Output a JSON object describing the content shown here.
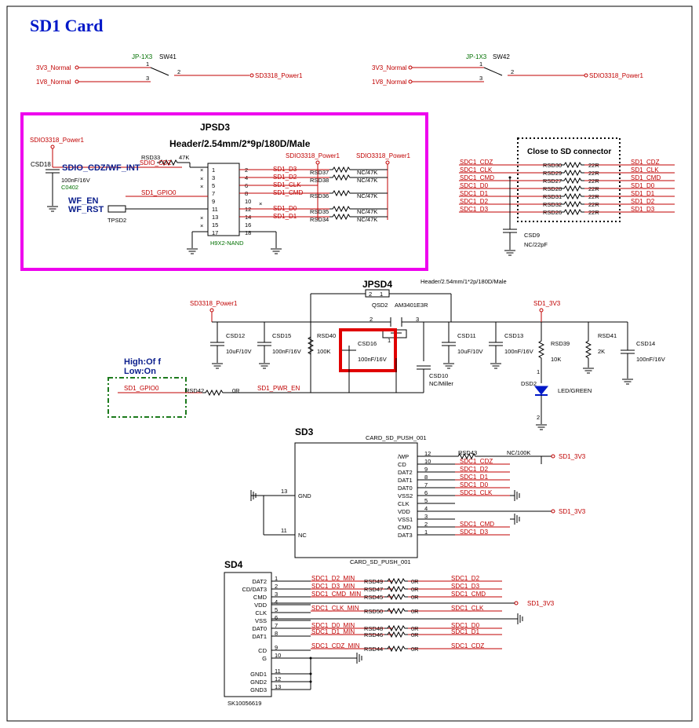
{
  "title": "SD1  Card",
  "switches": {
    "sw41": {
      "part": "JP-1X3",
      "ref": "SW41",
      "in1": "3V3_Normal",
      "in3": "1V8_Normal",
      "out": "SD3318_Power1",
      "pin1": "1",
      "pin2": "2",
      "pin3": "3"
    },
    "sw42": {
      "part": "JP-1X3",
      "ref": "SW42",
      "in1": "3V3_Normal",
      "in3": "1V8_Normal",
      "out": "SDIO3318_Power1",
      "pin1": "1",
      "pin2": "2",
      "pin3": "3"
    }
  },
  "jpsd3": {
    "ref": "JPSD3",
    "desc": "Header/2.54mm/2*9p/180D/Male",
    "footprint": "H9X2-NAND",
    "power_left": "SDIO3318_Power1",
    "power_mid": "SDIO3318_Power1",
    "power_right": "SDIO3318_Power1",
    "cap": {
      "ref": "CSD18",
      "value": "100nF/16V",
      "pkg": "C0402"
    },
    "r33": {
      "ref": "RSD33",
      "value": "47K"
    },
    "sdio_label": "SDIO_CDZ/WF_INT",
    "sdio_net": "SDIO_CDZ",
    "wf_en": "WF_EN",
    "wf_rst": "WF_RST",
    "gpio": "SD1_GPIO0",
    "tp": "TPSD2",
    "left_pins": [
      "1",
      "3",
      "5",
      "7",
      "9",
      "11",
      "13",
      "15",
      "17"
    ],
    "right_pins": [
      "2",
      "4",
      "6",
      "8",
      "10",
      "12",
      "14",
      "16",
      "18"
    ],
    "right_nets": [
      "SD1_D3",
      "SD1_D2",
      "SD1_CLK",
      "SD1_CMD",
      "",
      "SD1_D0",
      "SD1_D1"
    ],
    "resistors": [
      {
        "ref": "RSD37",
        "value": "NC/47K"
      },
      {
        "ref": "RSD38",
        "value": "NC/47K"
      },
      {
        "ref": "RSD36",
        "value": "NC/47K"
      },
      {
        "ref": "RSD35",
        "value": "NC/47K"
      },
      {
        "ref": "RSD34",
        "value": "NC/47K"
      }
    ]
  },
  "series_r": {
    "note": "Close to SD connector",
    "rows": [
      {
        "left": "SDC1_CDZ",
        "ref": "RSD30",
        "value": "22R",
        "right": "SD1_CDZ"
      },
      {
        "left": "SDC1_CLK",
        "ref": "RSD29",
        "value": "22R",
        "right": "SD1_CLK"
      },
      {
        "left": "SDC1_CMD",
        "ref": "RSD27",
        "value": "22R",
        "right": "SD1_CMD"
      },
      {
        "left": "SDC1_D0",
        "ref": "RSD28",
        "value": "22R",
        "right": "SD1_D0"
      },
      {
        "left": "SDC1_D1",
        "ref": "RSD31",
        "value": "22R",
        "right": "SD1_D1"
      },
      {
        "left": "SDC1_D2",
        "ref": "RSD32",
        "value": "22R",
        "right": "SD1_D2"
      },
      {
        "left": "SDC1_D3",
        "ref": "RSD26",
        "value": "22R",
        "right": "SD1_D3"
      }
    ],
    "cap": {
      "ref": "CSD9",
      "value": "NC/22pF"
    }
  },
  "power": {
    "jpsd4": {
      "ref": "JPSD4",
      "desc": "Header/2.54mm/1*2p/180D/Male",
      "pin1": "1",
      "pin2": "2"
    },
    "mos": {
      "ref": "QSD2",
      "part": "AM3401E3R",
      "g": "1",
      "s": "2",
      "d": "3"
    },
    "in_net": "SD3318_Power1",
    "out_net": "SD1_3V3",
    "caps": [
      {
        "ref": "CSD12",
        "value": "10uF/10V"
      },
      {
        "ref": "CSD15",
        "value": "100nF/16V"
      },
      {
        "ref": "CSD16",
        "value": "100nF/16V"
      },
      {
        "ref": "CSD11",
        "value": "10uF/10V"
      },
      {
        "ref": "CSD13",
        "value": "100nF/16V"
      },
      {
        "ref": "CSD14",
        "value": "100nF/16V"
      },
      {
        "ref": "CSD10",
        "value": "NC/Miller"
      }
    ],
    "r40": {
      "ref": "RSD40",
      "value": "100K"
    },
    "r39": {
      "ref": "RSD39",
      "value": "10K"
    },
    "r41": {
      "ref": "RSD41",
      "value": "2K"
    },
    "r42": {
      "ref": "RSD42",
      "value": "0R"
    },
    "led": {
      "ref": "DSD2",
      "value": "LED/GREEN",
      "a": "1",
      "k": "2"
    },
    "gpio": "SD1_GPIO0",
    "en": "SD1_PWR_EN",
    "note_high": "High:Of f",
    "note_low": "Low:On"
  },
  "sd3": {
    "ref": "SD3",
    "part": "CARD_SD_PUSH_001",
    "left": [
      {
        "pin": "13",
        "name": "GND"
      },
      {
        "pin": "11",
        "name": "NC"
      }
    ],
    "right": [
      {
        "name": "/WP",
        "pin": "12",
        "net": ""
      },
      {
        "name": "CD",
        "pin": "10",
        "net": "SDC1_CDZ"
      },
      {
        "name": "DAT2",
        "pin": "9",
        "net": "SDC1_D2"
      },
      {
        "name": "DAT1",
        "pin": "8",
        "net": "SDC1_D1"
      },
      {
        "name": "DAT0",
        "pin": "7",
        "net": "SDC1_D0"
      },
      {
        "name": "VSS2",
        "pin": "6",
        "net": "SDC1_CLK"
      },
      {
        "name": "CLK",
        "pin": "5",
        "net": ""
      },
      {
        "name": "VDD",
        "pin": "4",
        "net": ""
      },
      {
        "name": "VSS1",
        "pin": "3",
        "net": ""
      },
      {
        "name": "CMD",
        "pin": "2",
        "net": "SDC1_CMD"
      },
      {
        "name": "DAT3",
        "pin": "1",
        "net": "SDC1_D3"
      }
    ],
    "r43": {
      "ref": "RSD43",
      "value": "NC/100K"
    },
    "vcc1": "SD1_3V3",
    "vcc2": "SD1_3V3"
  },
  "sd4": {
    "ref": "SD4",
    "part": "SK10056619",
    "pins": [
      {
        "name": "DAT2",
        "pin": "1"
      },
      {
        "name": "CD/DAT3",
        "pin": "2"
      },
      {
        "name": "CMD",
        "pin": "3"
      },
      {
        "name": "VDD",
        "pin": "4"
      },
      {
        "name": "CLK",
        "pin": "5"
      },
      {
        "name": "VSS",
        "pin": "6"
      },
      {
        "name": "DAT0",
        "pin": "7"
      },
      {
        "name": "DAT1",
        "pin": "8"
      },
      {
        "name": "CD",
        "pin": "9"
      },
      {
        "name": "G",
        "pin": "10"
      },
      {
        "name": "GND1",
        "pin": "11"
      },
      {
        "name": "GND2",
        "pin": "12"
      },
      {
        "name": "GND3",
        "pin": "13"
      }
    ],
    "rows": [
      {
        "left": "SDC1_D2_MIN",
        "ref": "RSD49",
        "value": "0R",
        "right": "SDC1_D2"
      },
      {
        "left": "SDC1_D3_MIN",
        "ref": "RSD47",
        "value": "0R",
        "right": "SDC1_D3"
      },
      {
        "left": "SDC1_CMD_MIN",
        "ref": "RSD45",
        "value": "0R",
        "right": "SDC1_CMD"
      },
      {
        "left": "SDC1_CLK_MIN",
        "ref": "RSD50",
        "value": "0R",
        "right": "SDC1_CLK"
      },
      {
        "left": "SDC1_D0_MIN",
        "ref": "RSD48",
        "value": "0R",
        "right": "SDC1_D0"
      },
      {
        "left": "SDC1_D1_MIN",
        "ref": "RSD46",
        "value": "0R",
        "right": "SDC1_D1"
      },
      {
        "left": "SDC1_CDZ_MIN",
        "ref": "RSD44",
        "value": "0R",
        "right": "SDC1_CDZ"
      }
    ],
    "vcc": "SD1_3V3"
  }
}
